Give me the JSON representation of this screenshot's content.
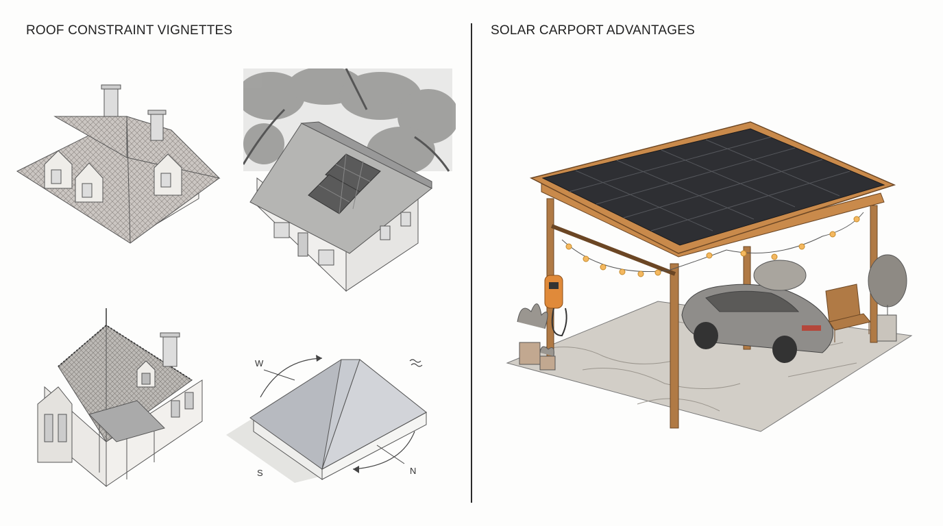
{
  "headings": {
    "left": "ROOF CONSTRAINT VIGNETTES",
    "right": "SOLAR CARPORT ADVANTAGES"
  },
  "compass": {
    "west": "W",
    "south": "S",
    "north": "N"
  },
  "colors": {
    "carport_frame": "#c98a4b",
    "solar_panel": "#2e2f33",
    "string_light": "#f4b860",
    "ev_charger": "#e08a3a",
    "sketch_line": "#555555"
  },
  "icons": {
    "top_left": "complex-dormer-roof-house",
    "top_right": "tree-shaded-roof-house",
    "bottom_left": "victorian-house",
    "bottom_right": "hip-roof-compass",
    "right_panel": "solar-carport-with-ev"
  }
}
